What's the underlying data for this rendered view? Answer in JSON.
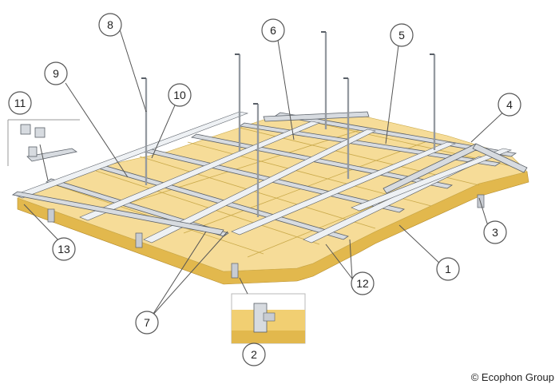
{
  "callouts": [
    "1",
    "2",
    "3",
    "4",
    "5",
    "6",
    "7",
    "8",
    "9",
    "10",
    "11",
    "12",
    "13"
  ],
  "copyright": "© Ecophon Group",
  "colors": {
    "tile_face": "#f6dc98",
    "tile_edge": "#e2b84d",
    "metal": "#d7dbe0",
    "outline": "#5a6068"
  }
}
